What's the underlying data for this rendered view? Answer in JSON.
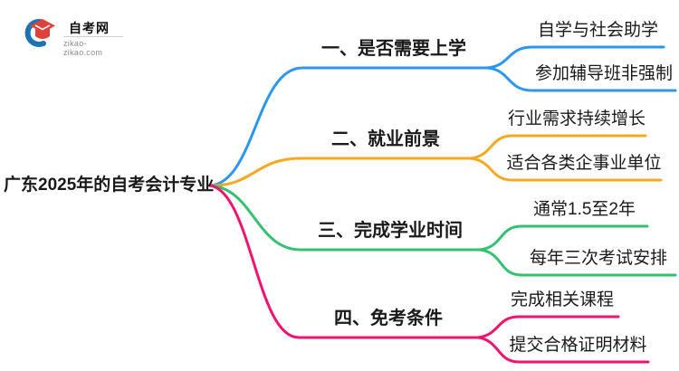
{
  "logo": {
    "name": "自考网",
    "domain": "zikao-zikao.com",
    "icon": "graduation-cap-icon",
    "cap_color": "#e2403a",
    "swoosh_color": "#1b72b5"
  },
  "central": {
    "title": "广东2025年的自考会计专业"
  },
  "branches": [
    {
      "label": "一、是否需要上学",
      "color": "#2b97f1",
      "children": [
        {
          "label": "自学与社会助学"
        },
        {
          "label": "参加辅导班非强制"
        }
      ]
    },
    {
      "label": "二、就业前景",
      "color": "#f7a823",
      "children": [
        {
          "label": "行业需求持续增长"
        },
        {
          "label": "适合各类企事业单位"
        }
      ]
    },
    {
      "label": "三、完成学业时间",
      "color": "#33c170",
      "children": [
        {
          "label": "通常1.5至2年"
        },
        {
          "label": "每年三次考试安排"
        }
      ]
    },
    {
      "label": "四、免考条件",
      "color": "#f2136e",
      "children": [
        {
          "label": "完成相关课程"
        },
        {
          "label": "提交合格证明材料"
        }
      ]
    }
  ]
}
